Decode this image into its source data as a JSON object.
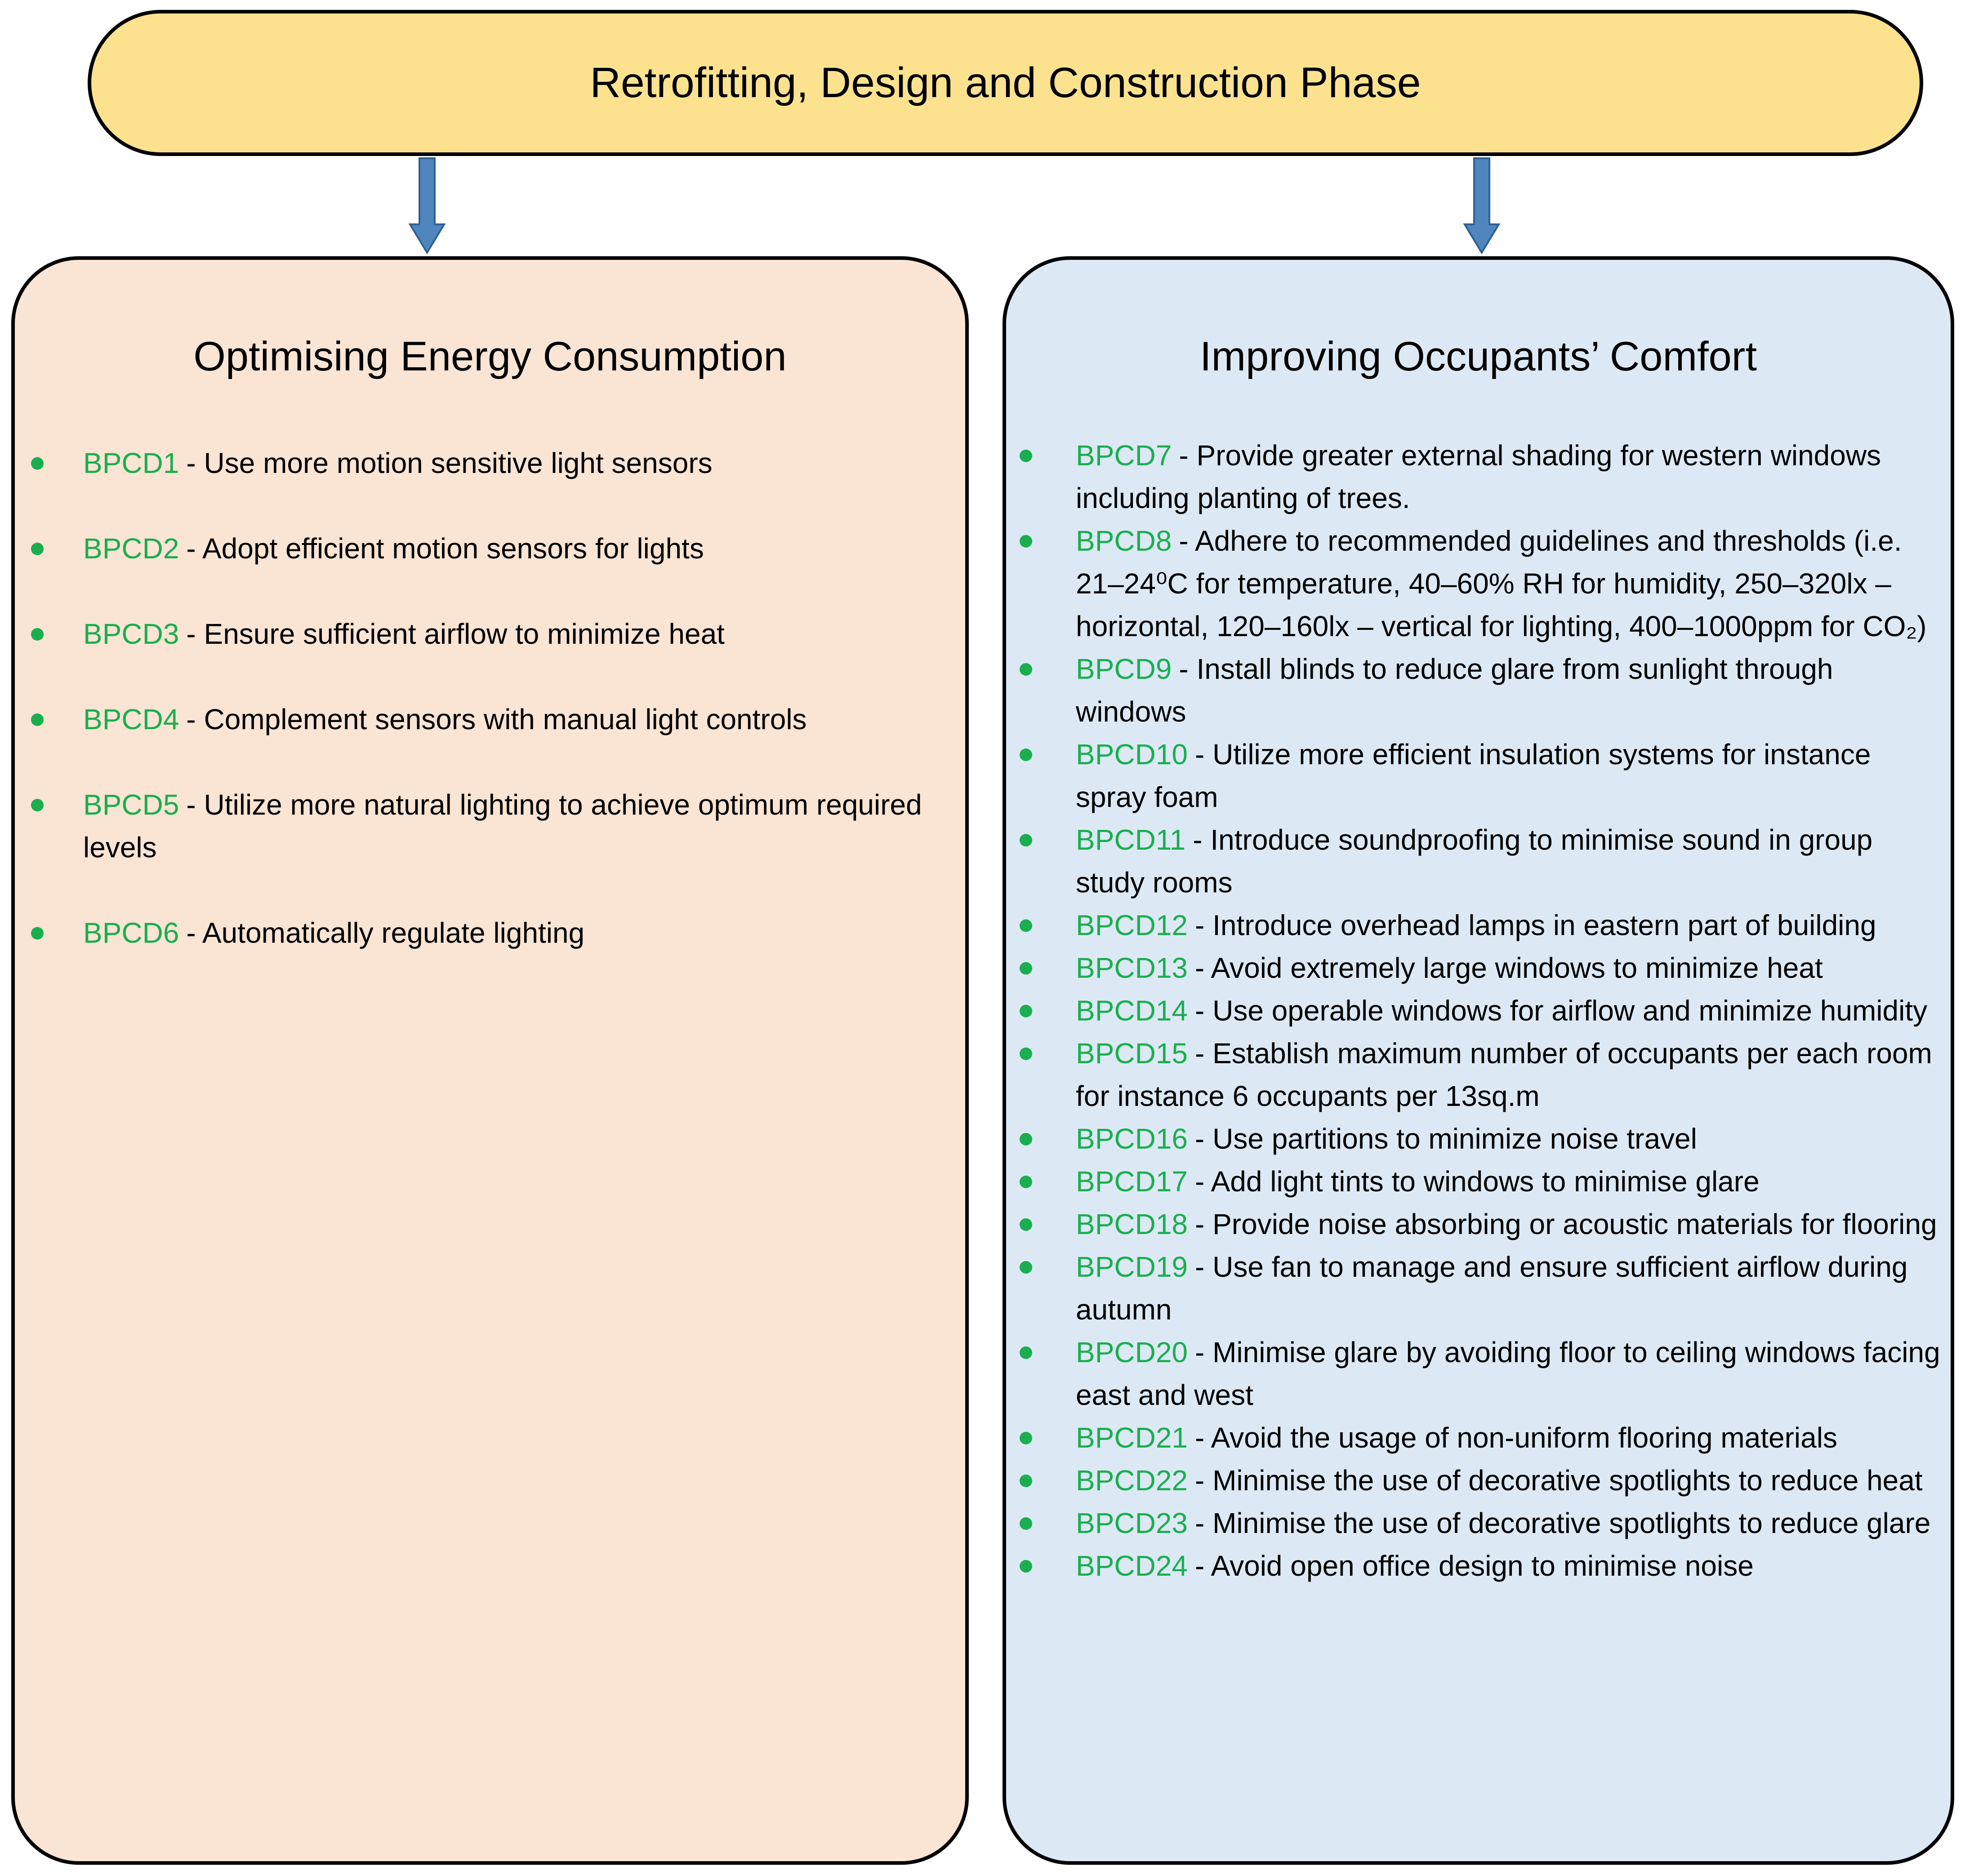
{
  "title": {
    "label": "Retrofitting, Design and Construction Phase"
  },
  "colors": {
    "title_fill": "#FCE28F",
    "left_fill": "#FAE4D3",
    "right_fill": "#DCE9F5",
    "code_green": "#1AAE4F",
    "arrow_fill": "#4F86BE",
    "arrow_stroke": "#2F5F94"
  },
  "left_panel": {
    "heading": "Optimising Energy Consumption",
    "items": [
      {
        "code": "BPCD1",
        "text": "- Use more motion sensitive light sensors"
      },
      {
        "code": "BPCD2",
        "text": "- Adopt efficient motion sensors for lights"
      },
      {
        "code": "BPCD3",
        "text": "- Ensure sufficient airflow to minimize heat"
      },
      {
        "code": "BPCD4",
        "text": "- Complement sensors with manual light controls"
      },
      {
        "code": "BPCD5",
        "text": "- Utilize more natural lighting to achieve optimum required levels"
      },
      {
        "code": "BPCD6",
        "text": "- Automatically regulate lighting"
      }
    ]
  },
  "right_panel": {
    "heading": "Improving Occupants’ Comfort",
    "items": [
      {
        "code": "BPCD7",
        "text": "- Provide greater external shading for western windows including planting of trees."
      },
      {
        "code": "BPCD8",
        "text": "- Adhere to recommended guidelines and thresholds (i.e. 21–24⁰C for temperature, 40–60% RH for humidity, 250–320lx – horizontal, 120–160lx – vertical for lighting, 400–1000ppm for CO₂)"
      },
      {
        "code": "BPCD9",
        "text": "- Install blinds to reduce glare from sunlight through windows"
      },
      {
        "code": "BPCD10",
        "text": "- Utilize more efficient insulation systems for instance spray foam"
      },
      {
        "code": "BPCD11",
        "text": "- Introduce soundproofing to minimise sound in group study rooms"
      },
      {
        "code": "BPCD12",
        "text": "- Introduce overhead lamps in eastern part of building"
      },
      {
        "code": "BPCD13",
        "text": "- Avoid extremely large windows to minimize heat"
      },
      {
        "code": "BPCD14",
        "text": "- Use operable windows for airflow and minimize humidity"
      },
      {
        "code": "BPCD15",
        "text": "- Establish maximum number of occupants per each room for instance 6 occupants per 13sq.m"
      },
      {
        "code": "BPCD16",
        "text": "- Use partitions to minimize noise travel"
      },
      {
        "code": "BPCD17",
        "text": "- Add light tints to windows to minimise glare"
      },
      {
        "code": "BPCD18",
        "text": "- Provide noise absorbing or acoustic materials for flooring"
      },
      {
        "code": "BPCD19",
        "text": "- Use fan to manage and ensure sufficient airflow during autumn"
      },
      {
        "code": "BPCD20",
        "text": "- Minimise glare by avoiding floor to ceiling windows facing east and west"
      },
      {
        "code": "BPCD21",
        "text": "- Avoid the usage of non-uniform flooring materials"
      },
      {
        "code": "BPCD22",
        "text": "- Minimise the use of decorative spotlights to reduce heat"
      },
      {
        "code": "BPCD23",
        "text": "- Minimise the use of decorative spotlights to reduce glare"
      },
      {
        "code": "BPCD24",
        "text": "- Avoid open office design to minimise noise"
      }
    ]
  }
}
